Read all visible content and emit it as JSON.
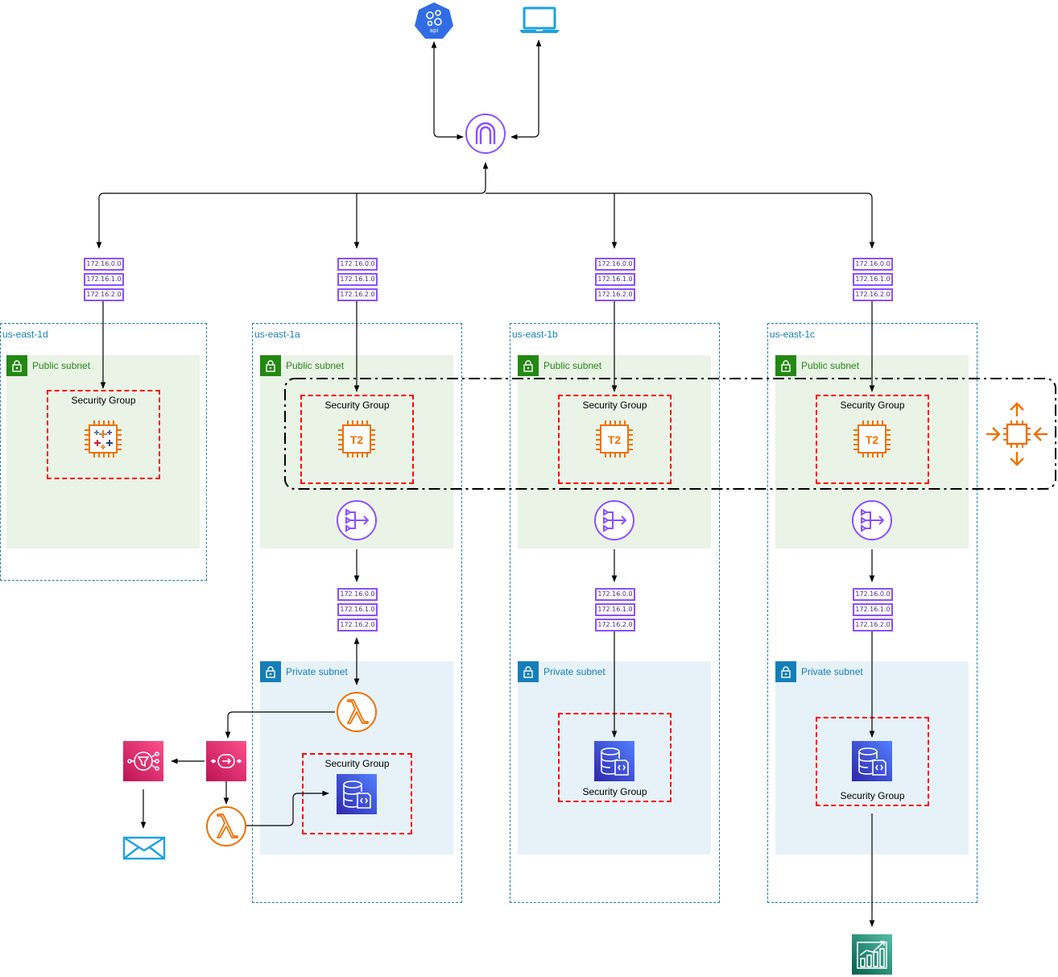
{
  "zones": [
    {
      "id": "az-1d",
      "label": "us-east-1d"
    },
    {
      "id": "az-1a",
      "label": "us-east-1a"
    },
    {
      "id": "az-1b",
      "label": "us-east-1b"
    },
    {
      "id": "az-1c",
      "label": "us-east-1c"
    }
  ],
  "subnets": {
    "public_label": "Public subnet",
    "private_label": "Private subnet"
  },
  "security_group_label": "Security Group",
  "route_table_rows": [
    "172.16.0.0",
    "172.16.1.0",
    "172.16.2.0"
  ],
  "instance_label": "T2",
  "api_label": "api",
  "colors": {
    "az_border": "#147EBA",
    "public_subnet": "#E9F3E6",
    "private_subnet": "#E6F2F8",
    "security_group": "#FF0000",
    "network_purple": "#8C4FFF",
    "compute_orange": "#ED7100",
    "database_blue": "#3B48CC",
    "app_integration_pink": "#E7157B",
    "analytics_green": "#01A88D",
    "client_blue": "#1BA1E2",
    "kubernetes_blue": "#326CE5"
  }
}
